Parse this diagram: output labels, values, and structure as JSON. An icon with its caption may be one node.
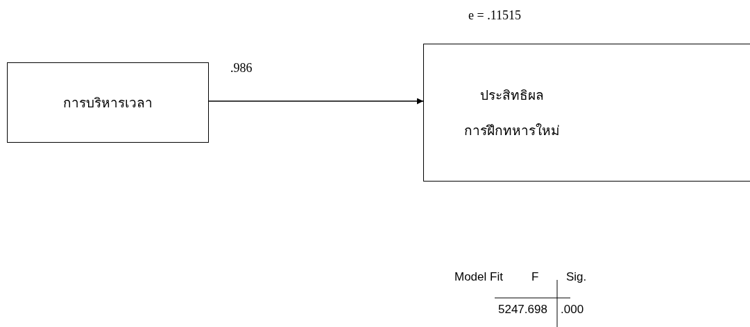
{
  "diagram": {
    "nodes": [
      {
        "text": [
          "การบริหารเวลา"
        ]
      },
      {
        "text": [
          "ประสิทธิผล",
          "การฝึกทหารใหม่"
        ],
        "beside": [
          "e = .11515"
        ]
      }
    ],
    "edges": [
      {
        "from": 0,
        "to": 1,
        "arrow": "to",
        "label": ".986"
      }
    ],
    "labels": [
      "Model Fit",
      "F",
      "Sig.",
      "5247.698",
      ".000"
    ]
  }
}
